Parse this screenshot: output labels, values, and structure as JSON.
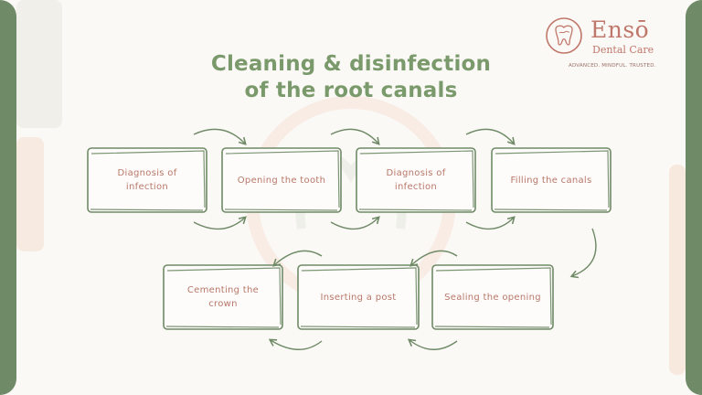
{
  "title": {
    "line1": "Cleaning & disinfection",
    "line2": "of the root canals"
  },
  "brand": {
    "name": "Ensō",
    "subtitle": "Dental Care",
    "tagline": "ADVANCED. MINDFUL. TRUSTED."
  },
  "colors": {
    "accent_green": "#7b9a6c",
    "box_stroke": "#6f8a66",
    "label_text": "#b9776a",
    "brand": "#c0776b"
  },
  "steps": [
    {
      "label": "Diagnosis of infection"
    },
    {
      "label": "Opening the tooth"
    },
    {
      "label": "Diagnosis of infection"
    },
    {
      "label": "Filling the canals"
    },
    {
      "label": "Sealing the opening"
    },
    {
      "label": "Inserting a post"
    },
    {
      "label": "Cementing the crown"
    }
  ]
}
